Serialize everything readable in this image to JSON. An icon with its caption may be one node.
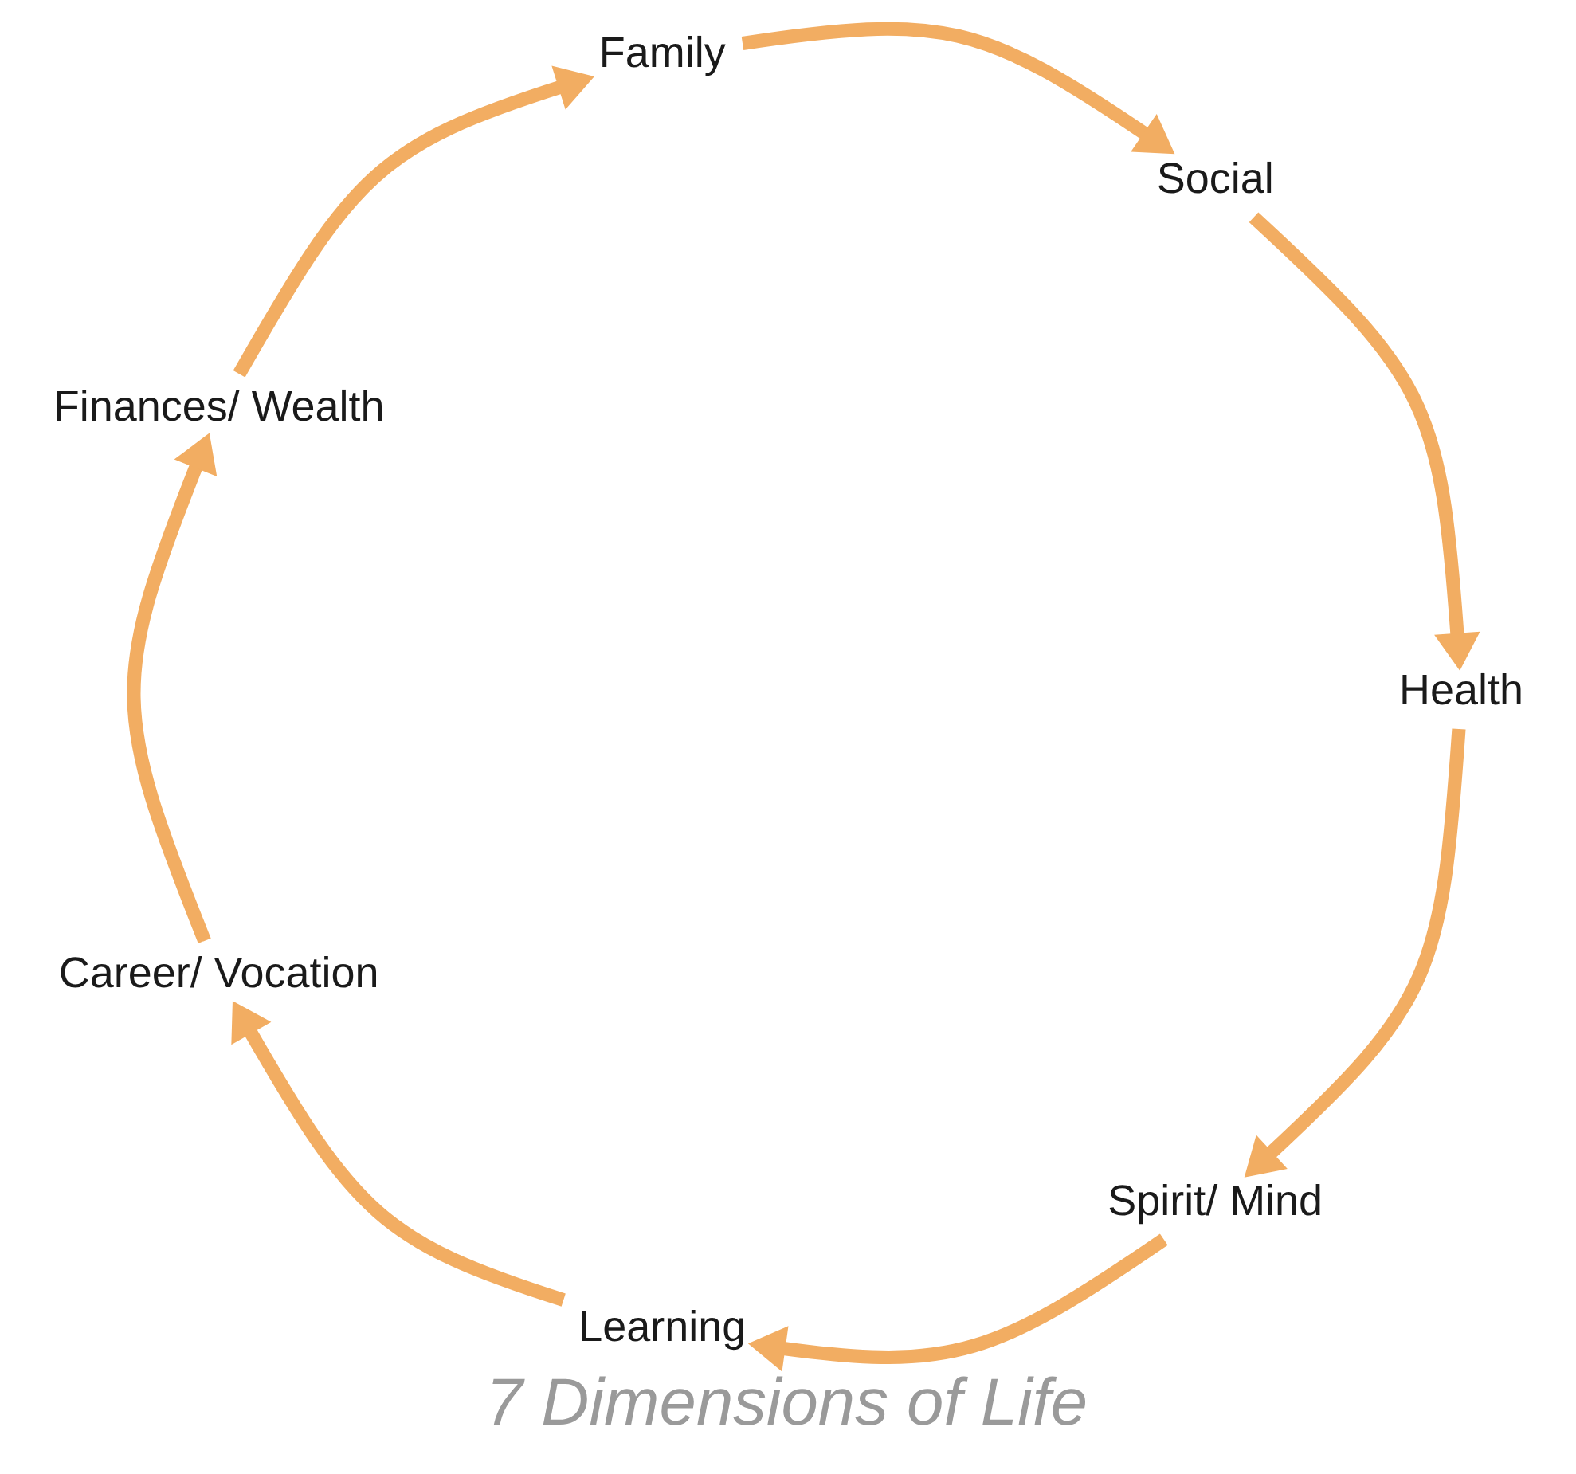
{
  "diagram": {
    "title": "7 Dimensions of Life",
    "nodes": [
      {
        "text": [
          "Spirit/ Mind"
        ]
      },
      {
        "text": [
          "Learning"
        ]
      },
      {
        "text": [
          "Career/ Vocation"
        ]
      },
      {
        "text": [
          "Finances/ Wealth"
        ]
      },
      {
        "text": [
          "Family"
        ]
      },
      {
        "text": [
          "Social"
        ]
      },
      {
        "text": [
          "Health"
        ]
      }
    ],
    "edges": [
      {
        "from": 0,
        "to": 1,
        "arrow": "to"
      },
      {
        "from": 1,
        "to": 2,
        "arrow": "to"
      },
      {
        "from": 2,
        "to": 3,
        "arrow": "to"
      },
      {
        "from": 3,
        "to": 4,
        "arrow": "to"
      },
      {
        "from": 4,
        "to": 5,
        "arrow": "to"
      },
      {
        "from": 5,
        "to": 6,
        "arrow": "to"
      },
      {
        "from": 6,
        "to": 0,
        "arrow": "to"
      }
    ]
  }
}
